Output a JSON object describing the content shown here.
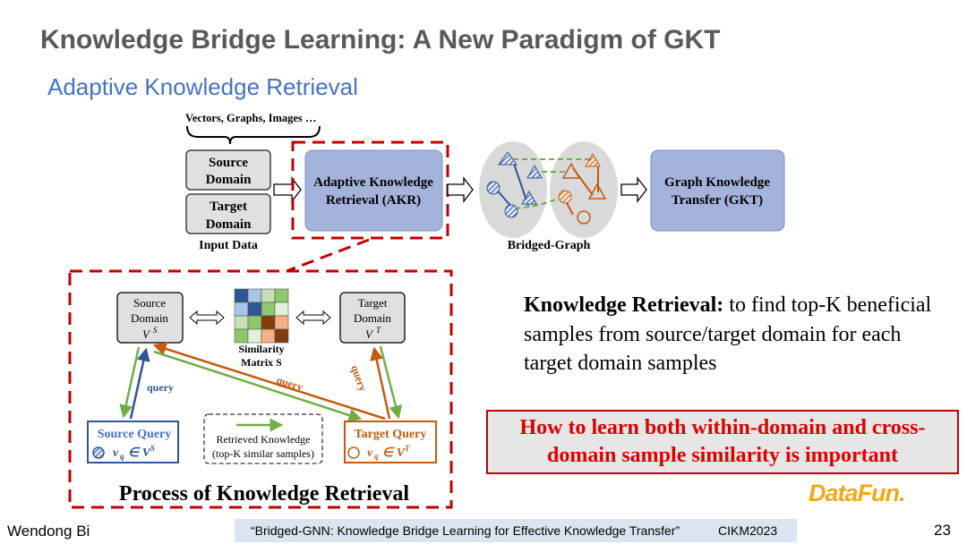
{
  "slide": {
    "title": "Knowledge Bridge Learning: A New Paradigm of GKT",
    "subtitle": "Adaptive Knowledge Retrieval"
  },
  "pipeline": {
    "input_types": "Vectors, Graphs, Images …",
    "source_domain": [
      "Source",
      "Domain"
    ],
    "target_domain": [
      "Target",
      "Domain"
    ],
    "input_label": "Input Data",
    "akr": [
      "Adaptive Knowledge",
      "Retrieval (AKR)"
    ],
    "bridged_graph_label": "Bridged-Graph",
    "gkt": [
      "Graph Knowledge",
      "Transfer (GKT)"
    ]
  },
  "process": {
    "source_domain": [
      "Source",
      "Domain",
      "V",
      "S"
    ],
    "target_domain": [
      "Target",
      "Domain",
      "V",
      "T"
    ],
    "matrix_label": [
      "Similarity",
      "Matrix S"
    ],
    "query_label": "query",
    "source_query": [
      "Source Query",
      "v",
      "q",
      "∈ V",
      "S"
    ],
    "target_query": [
      "Target Query",
      "v",
      "q",
      "∈ V",
      "T"
    ],
    "legend": [
      "Retrieved Knowledge",
      "(top-K similar samples)"
    ],
    "title": "Process of Knowledge Retrieval",
    "matrix_colors": [
      [
        "#2f5597",
        "#a9c4e8",
        "#c5e0b4",
        "#8cc870"
      ],
      [
        "#a9c4e8",
        "#2f5597",
        "#8cc870",
        "#e2f0d9"
      ],
      [
        "#c5e0b4",
        "#8cc870",
        "#843c0c",
        "#f4b183"
      ],
      [
        "#8cc870",
        "#e2f0d9",
        "#f4b183",
        "#843c0c"
      ]
    ]
  },
  "knowledge_retrieval": {
    "label": "Knowledge Retrieval:",
    "text": " to find top-K beneficial samples from source/target domain for each target domain samples"
  },
  "highlight": "How to learn both within-domain and cross-domain sample similarity is important",
  "logo": "DataFun.",
  "footer": {
    "author": "Wendong Bi",
    "paper": "“Bridged-GNN: Knowledge Bridge Learning for Effective Knowledge Transfer”",
    "venue": "CIKM2023",
    "page": "23"
  },
  "colors": {
    "accent_red": "#c00000",
    "blue": "#2f5597",
    "orange": "#c55a11",
    "green": "#70ad47",
    "akr_fill": "#a4b3db"
  }
}
